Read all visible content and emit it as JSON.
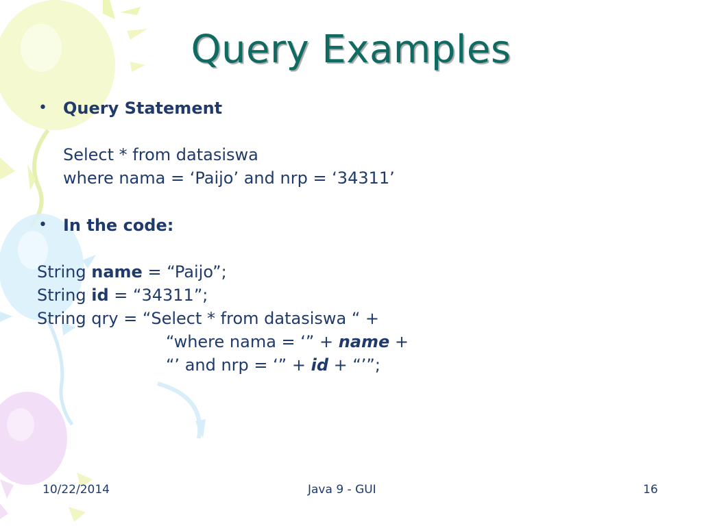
{
  "slide": {
    "title": "Query Examples",
    "bullet_char": "•",
    "bullet1": {
      "heading": "Query Statement",
      "line1": "Select * from datasiswa",
      "line2": "where nama = ‘Paijo’ and nrp = ‘34311’"
    },
    "bullet2": {
      "heading": "In the code:"
    },
    "code": {
      "l1_prefix": "String ",
      "l1_var": "name",
      "l1_suffix": " = “Paijo”;",
      "l2_prefix": "String ",
      "l2_var": "id",
      "l2_suffix": " = “34311”;",
      "l3": "String qry = “Select * from datasiswa “ +",
      "l4_prefix": "“where nama = ‘” + ",
      "l4_var": "name",
      "l4_suffix": " +",
      "l5_prefix": "“’ and nrp = ‘” + ",
      "l5_var": "id",
      "l5_suffix": " + “’”;"
    }
  },
  "footer": {
    "date": "10/22/2014",
    "center": "Java 9 - GUI",
    "page": "16"
  }
}
